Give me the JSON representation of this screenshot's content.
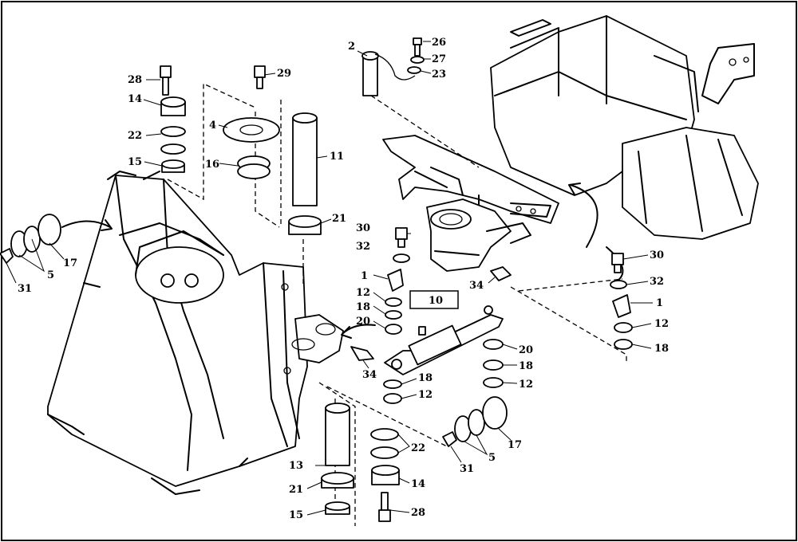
{
  "callouts": [
    {
      "id": "c2",
      "text": "2"
    },
    {
      "id": "c26",
      "text": "26"
    },
    {
      "id": "c27",
      "text": "27"
    },
    {
      "id": "c23",
      "text": "23"
    },
    {
      "id": "c28a",
      "text": "28"
    },
    {
      "id": "c14a",
      "text": "14"
    },
    {
      "id": "c22a",
      "text": "22"
    },
    {
      "id": "c15a",
      "text": "15"
    },
    {
      "id": "c29",
      "text": "29"
    },
    {
      "id": "c4",
      "text": "4"
    },
    {
      "id": "c16",
      "text": "16"
    },
    {
      "id": "c11",
      "text": "11"
    },
    {
      "id": "c21a",
      "text": "21"
    },
    {
      "id": "c17a",
      "text": "17"
    },
    {
      "id": "c5a",
      "text": "5"
    },
    {
      "id": "c31a",
      "text": "31"
    },
    {
      "id": "c30a",
      "text": "30"
    },
    {
      "id": "c32a",
      "text": "32"
    },
    {
      "id": "c1a",
      "text": "1"
    },
    {
      "id": "c12a",
      "text": "12"
    },
    {
      "id": "c18a",
      "text": "18"
    },
    {
      "id": "c20a",
      "text": "20"
    },
    {
      "id": "c34a",
      "text": "34"
    },
    {
      "id": "c10",
      "text": "10"
    },
    {
      "id": "c34b",
      "text": "34"
    },
    {
      "id": "c18b",
      "text": "18"
    },
    {
      "id": "c12b",
      "text": "12"
    },
    {
      "id": "c20b",
      "text": "20"
    },
    {
      "id": "c18c",
      "text": "18"
    },
    {
      "id": "c12c",
      "text": "12"
    },
    {
      "id": "c30b",
      "text": "30"
    },
    {
      "id": "c32b",
      "text": "32"
    },
    {
      "id": "c1b",
      "text": "1"
    },
    {
      "id": "c12d",
      "text": "12"
    },
    {
      "id": "c18d",
      "text": "18"
    },
    {
      "id": "c13",
      "text": "13"
    },
    {
      "id": "c21b",
      "text": "21"
    },
    {
      "id": "c15b",
      "text": "15"
    },
    {
      "id": "c22b",
      "text": "22"
    },
    {
      "id": "c14b",
      "text": "14"
    },
    {
      "id": "c28b",
      "text": "28"
    },
    {
      "id": "c31b",
      "text": "31"
    },
    {
      "id": "c5b",
      "text": "5"
    },
    {
      "id": "c17b",
      "text": "17"
    }
  ]
}
